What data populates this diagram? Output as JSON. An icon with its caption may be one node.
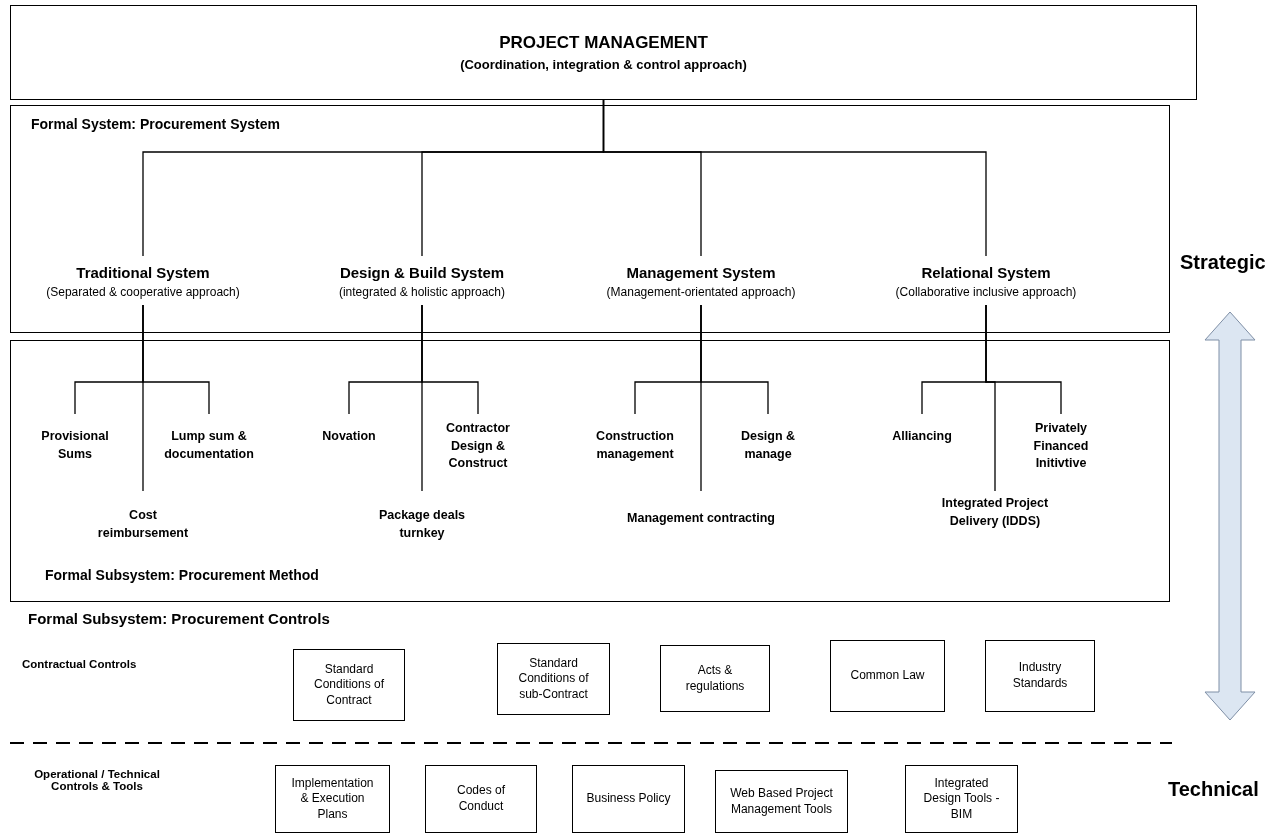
{
  "diagram": {
    "nodes": [
      {
        "text": [
          "PROJECT MANAGEMENT",
          "(Coordination, integration & control approach)"
        ]
      },
      {
        "text": [
          "Formal System: Procurement System"
        ]
      },
      {
        "text": [
          "Traditional System",
          "(Separated & cooperative approach)"
        ],
        "in": 1
      },
      {
        "text": [
          "Design & Build System",
          "(integrated & holistic approach)"
        ],
        "in": 1
      },
      {
        "text": [
          "Management System",
          "(Management-orientated approach)"
        ],
        "in": 1
      },
      {
        "text": [
          "Relational System",
          "(Collaborative inclusive approach)"
        ],
        "in": 1
      },
      {
        "text": [
          "Formal Subsystem: Procurement Method"
        ]
      },
      {
        "text": [
          "Provisional Sums"
        ],
        "in": 6
      },
      {
        "text": [
          "Lump sum & documentation"
        ],
        "in": 6
      },
      {
        "text": [
          "Cost reimbursement"
        ],
        "in": 6
      },
      {
        "text": [
          "Novation"
        ],
        "in": 6
      },
      {
        "text": [
          "Contractor Design & Construct"
        ],
        "in": 6
      },
      {
        "text": [
          "Package deals turnkey"
        ],
        "in": 6
      },
      {
        "text": [
          "Construction management"
        ],
        "in": 6
      },
      {
        "text": [
          "Design & manage"
        ],
        "in": 6
      },
      {
        "text": [
          "Management contracting"
        ],
        "in": 6
      },
      {
        "text": [
          "Alliancing"
        ],
        "in": 6
      },
      {
        "text": [
          "Privately Financed Initivtive"
        ],
        "in": 6
      },
      {
        "text": [
          "Integrated Project Delivery (IDDS)"
        ],
        "in": 6
      },
      {
        "text": [
          "Standard Conditions of Contract"
        ]
      },
      {
        "text": [
          "Standard Conditions of sub-Contract"
        ]
      },
      {
        "text": [
          "Acts & regulations"
        ]
      },
      {
        "text": [
          "Common Law"
        ]
      },
      {
        "text": [
          "Industry Standards"
        ]
      },
      {
        "text": [
          "Implementation & Execution Plans"
        ]
      },
      {
        "text": [
          "Codes of Conduct"
        ]
      },
      {
        "text": [
          "Business Policy"
        ]
      },
      {
        "text": [
          "Web Based Project Management Tools"
        ]
      },
      {
        "text": [
          "Integrated Design Tools - BIM"
        ]
      }
    ],
    "edges": [
      {
        "from": 0,
        "to": 2,
        "arrow": "none"
      },
      {
        "from": 0,
        "to": 3,
        "arrow": "none"
      },
      {
        "from": 0,
        "to": 4,
        "arrow": "none"
      },
      {
        "from": 0,
        "to": 5,
        "arrow": "none"
      },
      {
        "from": 2,
        "to": 7,
        "arrow": "none"
      },
      {
        "from": 2,
        "to": 8,
        "arrow": "none"
      },
      {
        "from": 2,
        "to": 9,
        "arrow": "none"
      },
      {
        "from": 3,
        "to": 10,
        "arrow": "none"
      },
      {
        "from": 3,
        "to": 11,
        "arrow": "none"
      },
      {
        "from": 3,
        "to": 12,
        "arrow": "none"
      },
      {
        "from": 4,
        "to": 13,
        "arrow": "none"
      },
      {
        "from": 4,
        "to": 14,
        "arrow": "none"
      },
      {
        "from": 4,
        "to": 15,
        "arrow": "none"
      },
      {
        "from": 5,
        "to": 16,
        "arrow": "none"
      },
      {
        "from": 5,
        "to": 17,
        "arrow": "none"
      },
      {
        "from": 5,
        "to": 18,
        "arrow": "none"
      }
    ],
    "labels": [
      "Strategic",
      "Formal Subsystem: Procurement Controls",
      "Contractual Controls",
      "Operational / Technical Controls & Tools",
      "Technical"
    ]
  }
}
